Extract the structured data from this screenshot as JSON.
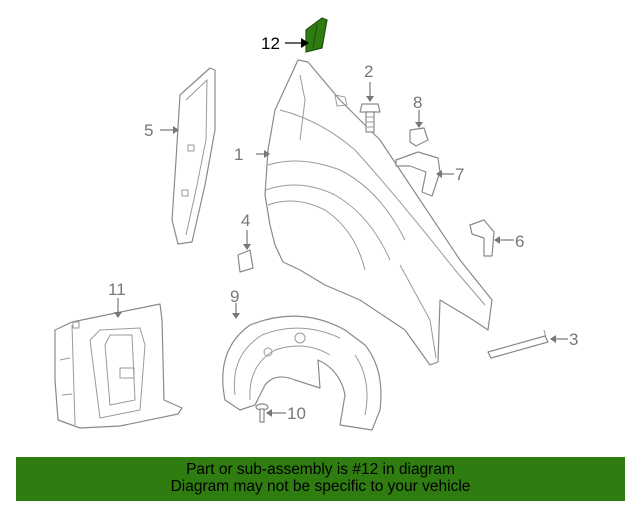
{
  "callouts": [
    {
      "number": "1"
    },
    {
      "number": "2"
    },
    {
      "number": "3"
    },
    {
      "number": "4"
    },
    {
      "number": "5"
    },
    {
      "number": "6"
    },
    {
      "number": "7"
    },
    {
      "number": "8"
    },
    {
      "number": "9"
    },
    {
      "number": "10"
    },
    {
      "number": "11"
    },
    {
      "number": "12"
    }
  ],
  "highlight": {
    "part": "12",
    "color": "#2f7d10"
  },
  "banner": {
    "line1": "Part or sub-assembly is #12 in diagram",
    "line2": "Diagram may not be specific to your vehicle",
    "background": "#2f7d10"
  }
}
